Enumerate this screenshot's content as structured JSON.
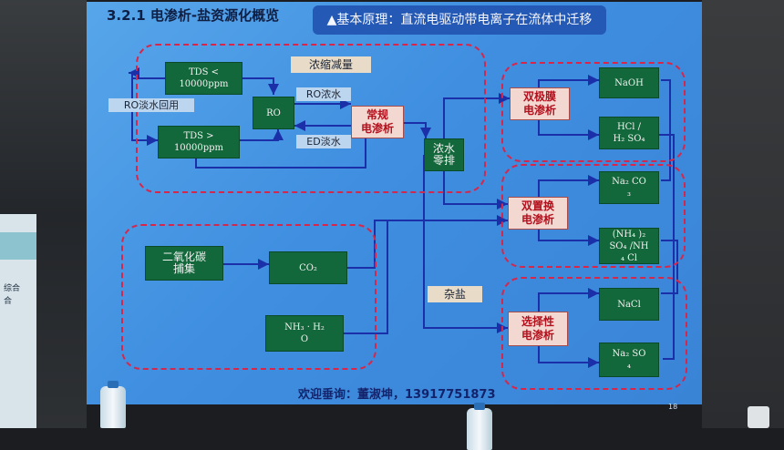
{
  "slide": {
    "title": "3.2.1 电渗析-盐资源化概览",
    "principle": "▲基本原理：直流电驱动带电离子在流体中迁移",
    "contact": "欢迎垂询：董淑坤，13917751873",
    "page_number": "18"
  },
  "zones": {
    "concentration": "浓缩减量",
    "mixed_salt": "杂盐"
  },
  "boxes": {
    "tds_low": "TDS <\n10000ppm",
    "tds_high": "TDS >\n10000ppm",
    "ro": "RO",
    "conventional_ed": "常规\n电渗析",
    "zld": "浓水\n零排",
    "bipolar_ed": "双极膜\n电渗析",
    "naoh": "NaOH",
    "hcl": "HCl /\nH₂ SO₄",
    "double_ed": "双置换\n电渗析",
    "na2co3": "Na₂  CO\n₃",
    "nh4": "(NH₄ )₂\nSO₄ /NH\n₄ Cl",
    "co2_capture": "二氧化碳\n捕集",
    "co2": "CO₂",
    "nh3": "NH₃  · H₂\nO",
    "selective_ed": "选择性\n电渗析",
    "nacl": "NaCl",
    "na2so4": "Na₂  SO\n₄"
  },
  "labels": {
    "ro_fresh_reuse": "RO淡水回用",
    "ro_concentrate": "RO浓水",
    "ed_fresh": "ED淡水"
  },
  "board": {
    "line1": "综合",
    "line2": "合"
  }
}
